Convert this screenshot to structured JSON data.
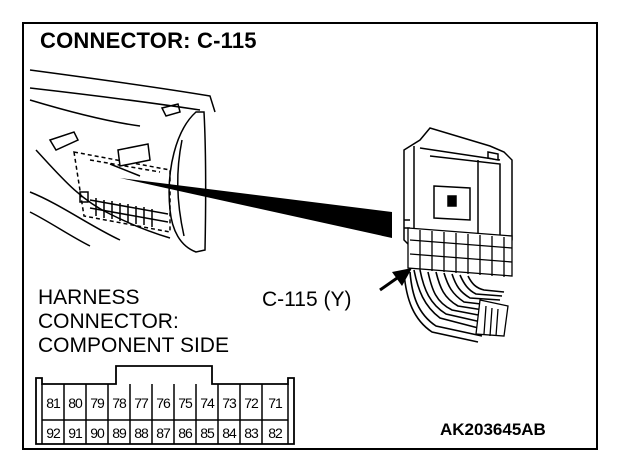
{
  "title": "CONNECTOR: C-115",
  "harness_label": [
    "HARNESS",
    "CONNECTOR:",
    "COMPONENT SIDE"
  ],
  "callout_label": "C-115 (Y)",
  "figure_code": "AK203645AB",
  "pins": {
    "top_row": [
      "81",
      "80",
      "79",
      "78",
      "77",
      "76",
      "75",
      "74",
      "73",
      "72",
      "71"
    ],
    "bottom_row": [
      "92",
      "91",
      "90",
      "89",
      "88",
      "87",
      "86",
      "85",
      "84",
      "83",
      "82"
    ]
  }
}
